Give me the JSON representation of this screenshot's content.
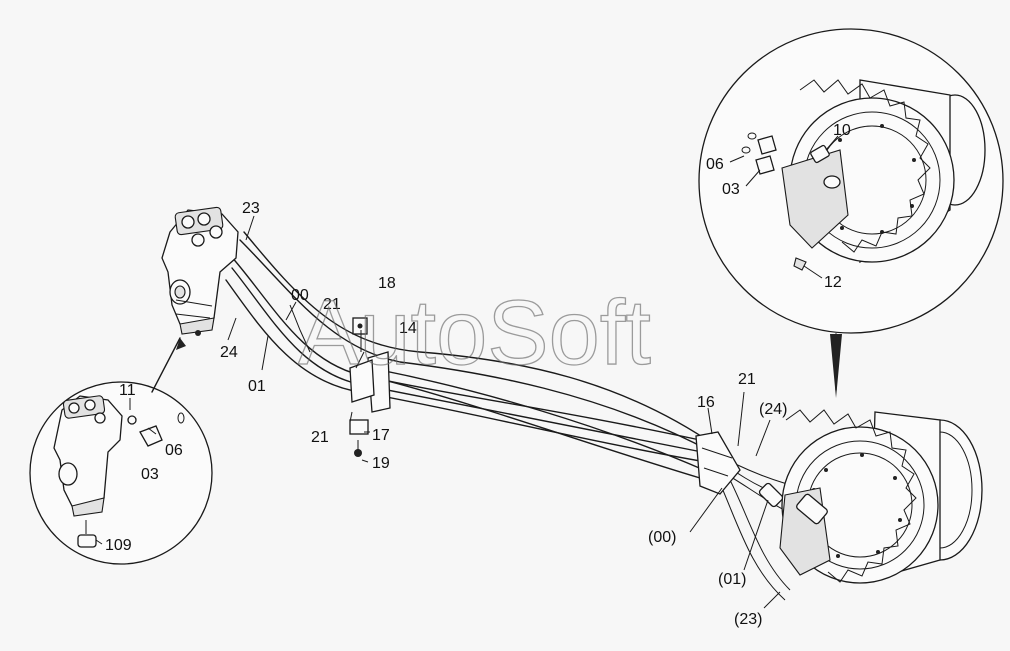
{
  "diagram": {
    "watermark": "AutoSoft",
    "callouts": {
      "c23_top": "23",
      "c00_top": "00",
      "c24_left": "24",
      "c01_left": "01",
      "c18": "18",
      "c21_top": "21",
      "c14": "14",
      "c21_bottom": "21",
      "c17": "17",
      "c19": "19",
      "c16": "16",
      "c21_right": "21",
      "c24_paren": "(24)",
      "c00_paren": "(00)",
      "c01_paren": "(01)",
      "c23_paren": "(23)",
      "c11": "11",
      "c06_left": "06",
      "c03_left": "03",
      "c109": "109",
      "c10": "10",
      "c06_right": "06",
      "c03_right": "03",
      "c12": "12"
    }
  }
}
